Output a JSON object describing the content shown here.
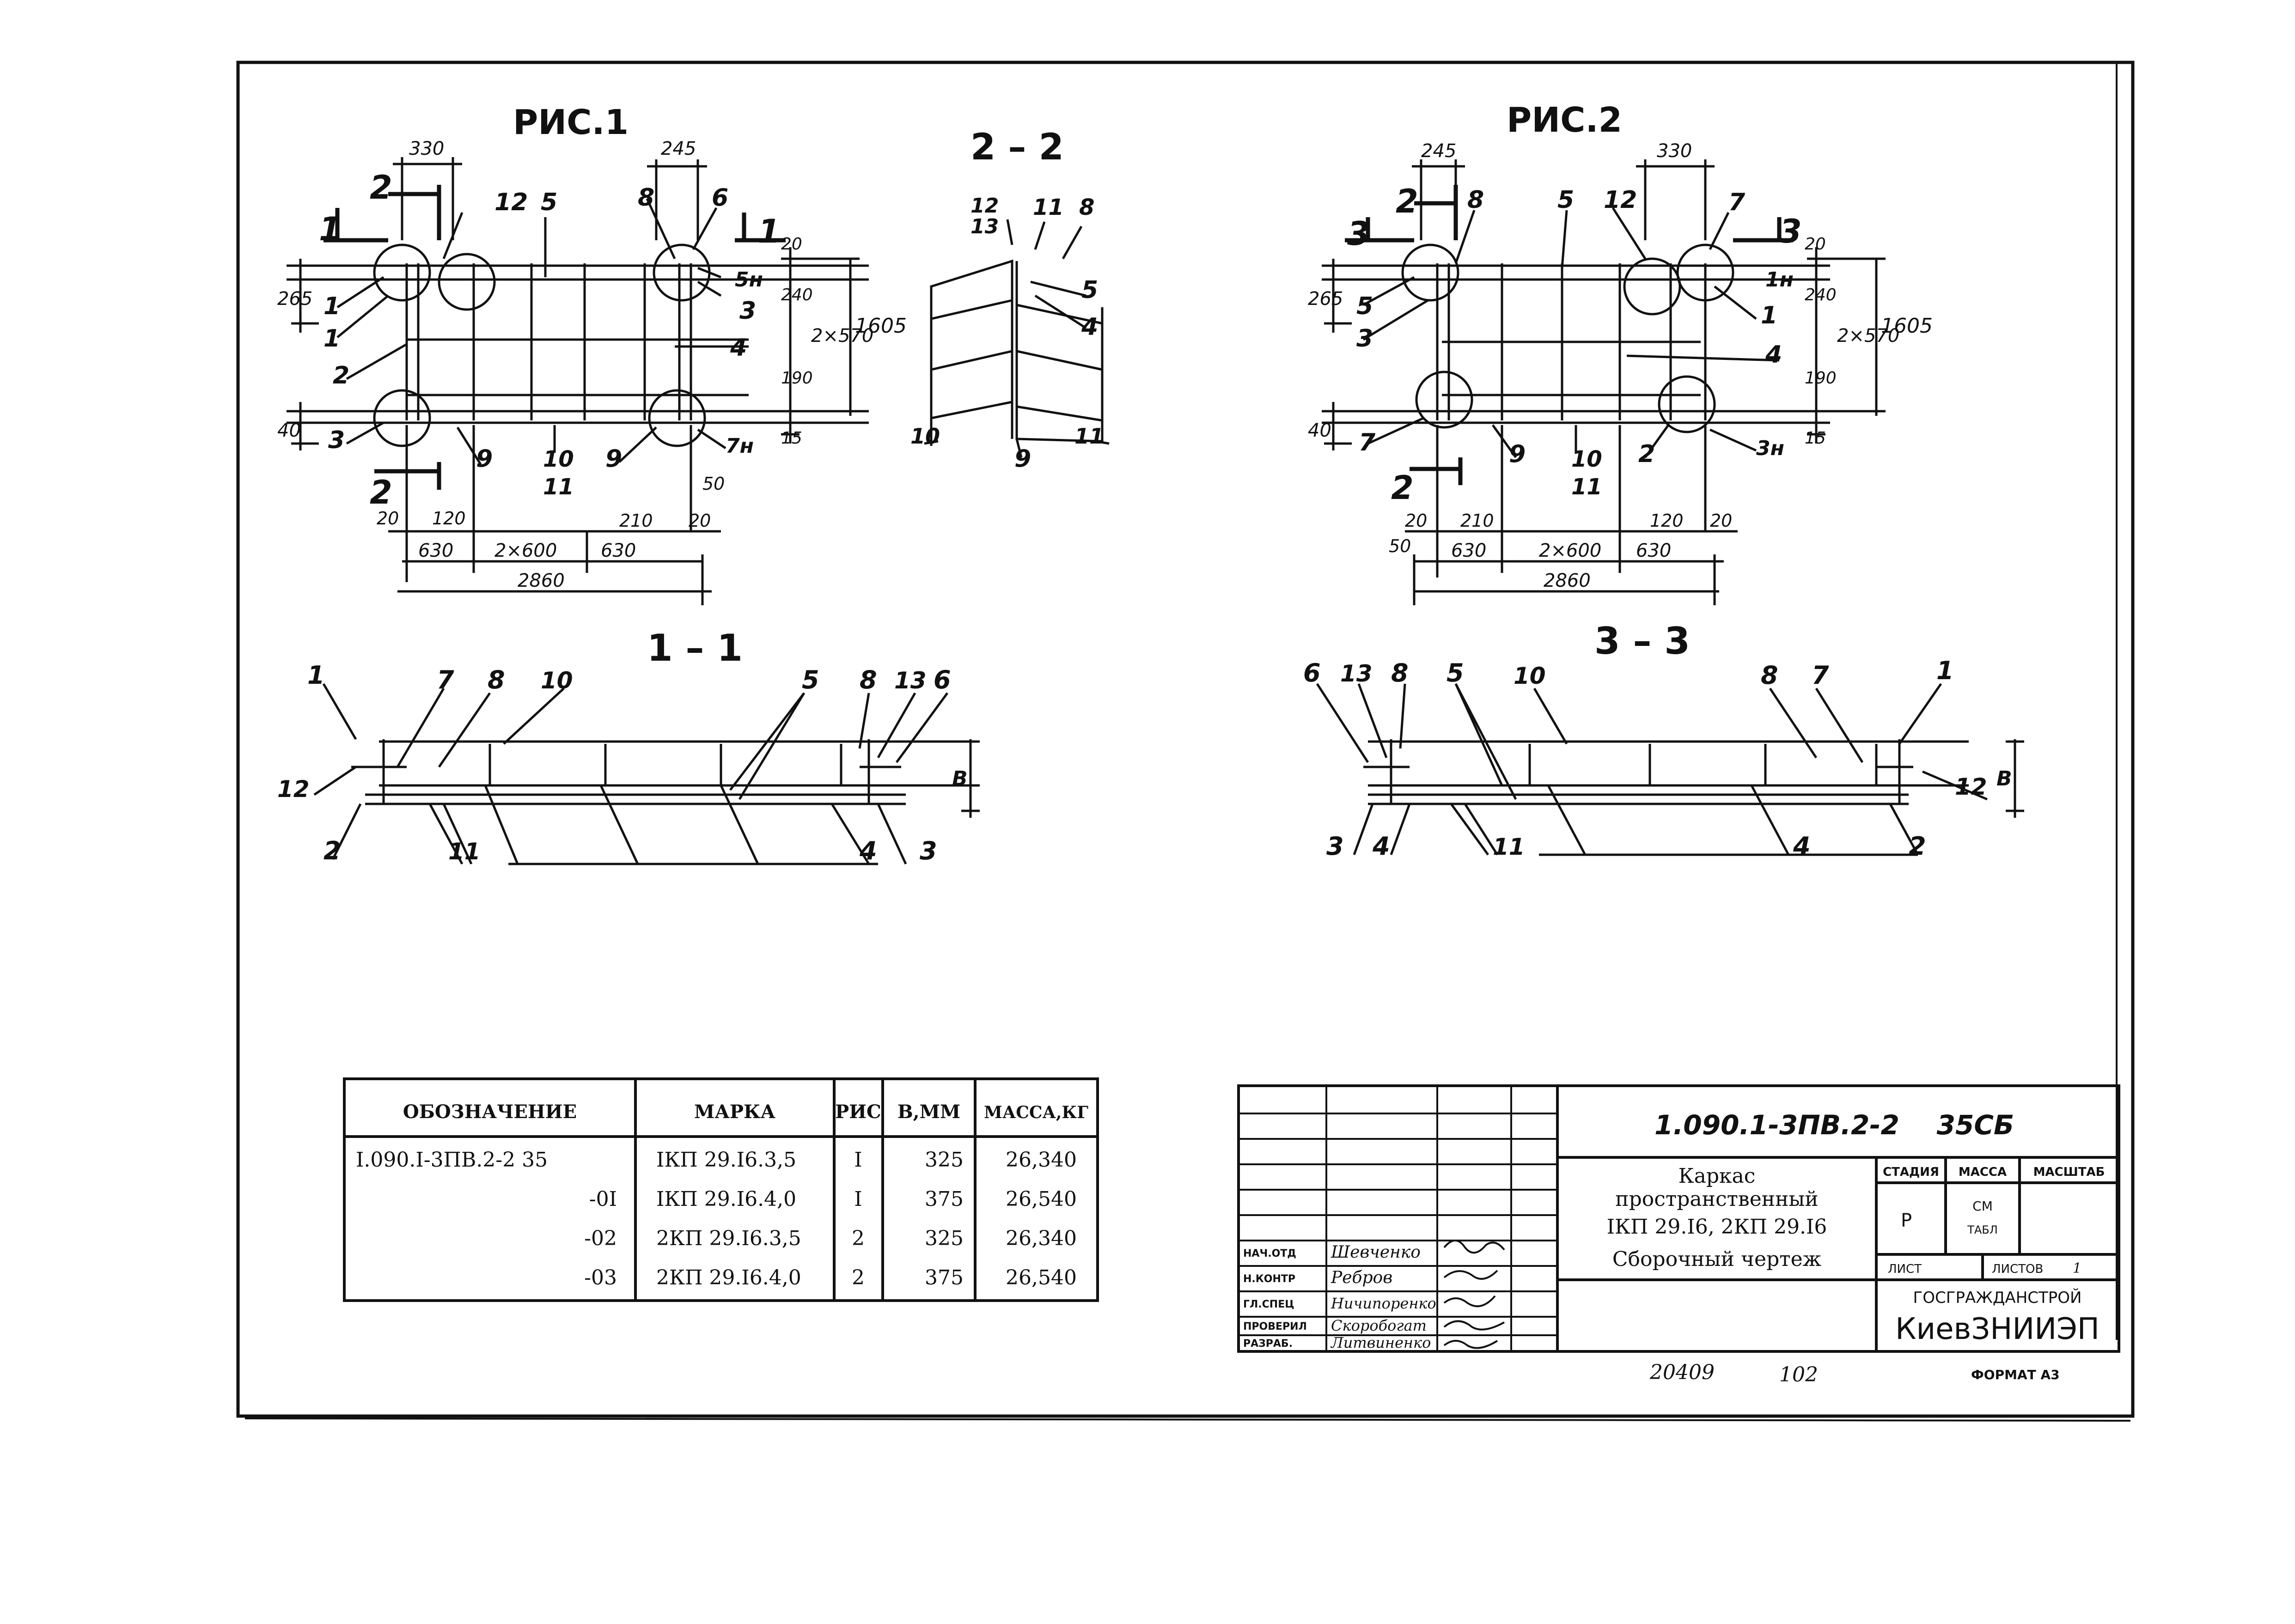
{
  "figures": {
    "fig1_title": "РИС.1",
    "fig2_title": "РИС.2",
    "sec22_title": "2 – 2",
    "sec11_title": "1 – 1",
    "sec33_title": "3 – 3"
  },
  "fig1": {
    "cut_marks": {
      "c1": "1",
      "c2": "2"
    },
    "top_dims": {
      "d330": "330",
      "d245": "245"
    },
    "right_dims": {
      "d20": "20",
      "d240": "240",
      "d2x570": "2×570",
      "d1605": "1605",
      "d190": "190",
      "d15": "15"
    },
    "left_dims": {
      "d265": "265",
      "d40": "40"
    },
    "bottom_dims": {
      "d20a": "20",
      "d120": "120",
      "d210": "210",
      "d20b": "20",
      "d50": "50",
      "d630a": "630",
      "d2x600": "2×600",
      "d630b": "630",
      "d2860": "2860"
    },
    "labels": {
      "l1a": "1",
      "l1b": "1",
      "l2": "2",
      "l3a": "3",
      "l3b": "3",
      "l4": "4",
      "l5": "5",
      "l5n": "5н",
      "l6": "6",
      "l7n": "7н",
      "l8": "8",
      "l9a": "9",
      "l9b": "9",
      "l10": "10",
      "l11": "11",
      "l12": "12"
    }
  },
  "fig2": {
    "cut_marks": {
      "c3": "3",
      "c2": "2"
    },
    "top_dims": {
      "d245": "245",
      "d330": "330"
    },
    "right_dims": {
      "d20": "20",
      "d240": "240",
      "d2x570": "2×570",
      "d1605": "1605",
      "d190": "190",
      "d15": "15"
    },
    "left_dims": {
      "d265": "265",
      "d40": "40"
    },
    "bottom_dims": {
      "d20a": "20",
      "d210": "210",
      "d50": "50",
      "d120": "120",
      "d20b": "20",
      "d630a": "630",
      "d2x600": "2×600",
      "d630b": "630",
      "d2860": "2860"
    },
    "labels": {
      "l1": "1",
      "l1n": "1н",
      "l2": "2",
      "l3": "3",
      "l3n": "3н",
      "l4": "4",
      "l5a": "5",
      "l5b": "5",
      "l7a": "7",
      "l7b": "7",
      "l8": "8",
      "l9": "9",
      "l10": "10",
      "l11": "11",
      "l12": "12"
    }
  },
  "sec22": {
    "labels": {
      "l12": "12",
      "l13": "13",
      "l11a": "11",
      "l8": "8",
      "l5": "5",
      "l4": "4",
      "l10": "10",
      "l9": "9",
      "l11b": "11"
    }
  },
  "sec11": {
    "labels": {
      "l1": "1",
      "l7": "7",
      "l8a": "8",
      "l10": "10",
      "l5": "5",
      "l8b": "8",
      "l13": "13",
      "l6": "6",
      "l12": "12",
      "l2": "2",
      "l11": "11",
      "l4": "4",
      "l3": "3"
    },
    "height_label": "В"
  },
  "sec33": {
    "labels": {
      "l6": "6",
      "l13": "13",
      "l8a": "8",
      "l5": "5",
      "l10": "10",
      "l8b": "8",
      "l7": "7",
      "l1": "1",
      "l12": "12",
      "l3": "3",
      "l4a": "4",
      "l11": "11",
      "l4b": "4",
      "l2": "2"
    },
    "height_label": "В"
  },
  "spec_table": {
    "headers": [
      "ОБОЗНАЧЕНИЕ",
      "МАРКА",
      "РИС",
      "В,ММ",
      "МАССА,КГ"
    ],
    "rows": [
      {
        "designation": "I.090.I-3ПВ.2-2 35",
        "mark": "IКП 29.I6.3,5",
        "fig": "I",
        "b": "325",
        "mass": "26,340"
      },
      {
        "designation": "-0I",
        "mark": "IКП 29.I6.4,0",
        "fig": "I",
        "b": "375",
        "mass": "26,540"
      },
      {
        "designation": "-02",
        "mark": "2КП 29.I6.3,5",
        "fig": "2",
        "b": "325",
        "mass": "26,340"
      },
      {
        "designation": "-03",
        "mark": "2КП 29.I6.4,0",
        "fig": "2",
        "b": "375",
        "mass": "26,540"
      }
    ]
  },
  "title_block": {
    "code": "1.090.1-3ПВ.2-2    35СБ",
    "name_line1": "Каркас",
    "name_line2": "пространственный",
    "name_line3": "IКП 29.I6, 2КП 29.I6",
    "name_line4": "Сборочный чертеж",
    "stage_hdr": "СТАДИЯ",
    "mass_hdr": "МАССА",
    "scale_hdr": "МАСШТАБ",
    "stage_val": "Р",
    "mass_val1": "СМ",
    "mass_val2": "ТАБЛ",
    "sheet_lbl": "ЛИСТ",
    "sheets_lbl": "ЛИСТОВ",
    "sheets_val": "1",
    "org1": "ГОСГРАЖДАНСТРОЙ",
    "org2": "КиевЗНИИЭП",
    "roles": [
      "НАЧ.ОТД",
      "Н.КОНТР",
      "ГЛ.СПЕЦ",
      "ПРОВЕРИЛ",
      "РАЗРАБ."
    ],
    "people": [
      "Шевченко",
      "Ребров",
      "Ничипоренко",
      "Скоробогат",
      "Литвиненко"
    ]
  },
  "footer": {
    "inv": "20409",
    "num": "102",
    "format": "ФОРМАТ А3"
  }
}
